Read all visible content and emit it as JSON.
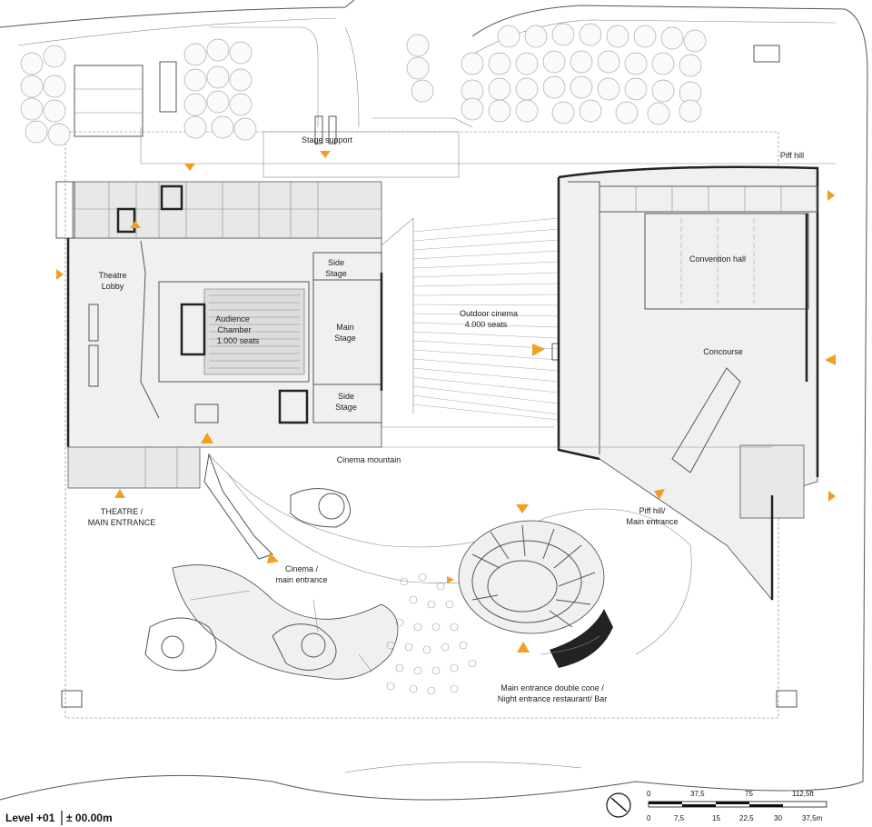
{
  "labels": {
    "stage_support": "Stage support",
    "piff_hill_top": "Piff hill",
    "theatre_lobby_1": "Theatre",
    "theatre_lobby_2": "Lobby",
    "side_stage_top_1": "Side",
    "side_stage_top_2": "Stage",
    "auditorium_1": "Audience",
    "auditorium_2": "Chamber",
    "auditorium_3": "1.000 seats",
    "main_stage_1": "Main",
    "main_stage_2": "Stage",
    "side_stage_bottom_1": "Side",
    "side_stage_bottom_2": "Stage",
    "outdoor_cinema_1": "Outdoor cinema",
    "outdoor_cinema_2": "4.000 seats",
    "convention_hall": "Convention hall",
    "concourse": "Concourse",
    "cinema_mountain": "Cinema mountain",
    "theatre_entrance_1": "THEATRE /",
    "theatre_entrance_2": "MAIN ENTRANCE",
    "piff_hill_entrance_1": "Piff hill/",
    "piff_hill_entrance_2": "Main entrance",
    "cinema_entrance_1": "Cinema /",
    "cinema_entrance_2": "main entrance",
    "double_cone_1": "Main entrance double cone /",
    "double_cone_2": "Night entrance restaurant/ Bar"
  },
  "level": {
    "name": "Level +01",
    "elevation": "± 00.00m"
  },
  "scale": {
    "ft_ticks": [
      "0",
      "37,5",
      "75",
      "112,5ft"
    ],
    "m_ticks": [
      "0",
      "7,5",
      "15",
      "22,5",
      "30",
      "37,5m"
    ]
  },
  "colors": {
    "arrow": "#f0a020",
    "line": "#444444",
    "background": "#ffffff"
  }
}
